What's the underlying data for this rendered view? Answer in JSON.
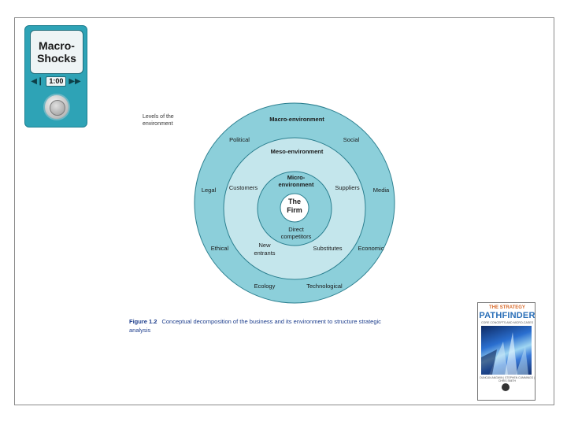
{
  "widget": {
    "title_line1": "Macro-",
    "title_line2": "Shocks",
    "time": "1:00"
  },
  "diagram": {
    "levels_label": "Levels of the environment",
    "macro_title": "Macro-environment",
    "meso_title": "Meso-environment",
    "micro_title_line1": "Micro-",
    "micro_title_line2": "environment",
    "core_line1": "The",
    "core_line2": "Firm",
    "macro_factors": {
      "political": "Political",
      "social": "Social",
      "legal": "Legal",
      "media": "Media",
      "ethical": "Ethical",
      "economic": "Economic",
      "ecology": "Ecology",
      "technological": "Technological"
    },
    "meso_factors": {
      "customers": "Customers",
      "suppliers": "Suppliers",
      "new_entrants_line1": "New",
      "new_entrants_line2": "entrants",
      "substitutes": "Substitutes"
    },
    "micro_factors": {
      "direct_line1": "Direct",
      "direct_line2": "competitors"
    },
    "colors": {
      "outer": "#8ccfda",
      "middle": "#c4e6ec",
      "inner": "#8ccfda",
      "core": "#ffffff",
      "stroke": "#2b7f8f"
    }
  },
  "caption": {
    "figure": "Figure 1.2",
    "text": "Conceptual decomposition of the business and its environment to structure strategic analysis"
  },
  "book": {
    "title_top": "THE STRATEGY",
    "title_main": "PATHFINDER",
    "subtitle": "CORE CONCEPTS AND MICRO-CASES",
    "authors": "DUNCAN ANGWIN | STEPHEN CUMMINGS | CHRIS SMITH"
  }
}
